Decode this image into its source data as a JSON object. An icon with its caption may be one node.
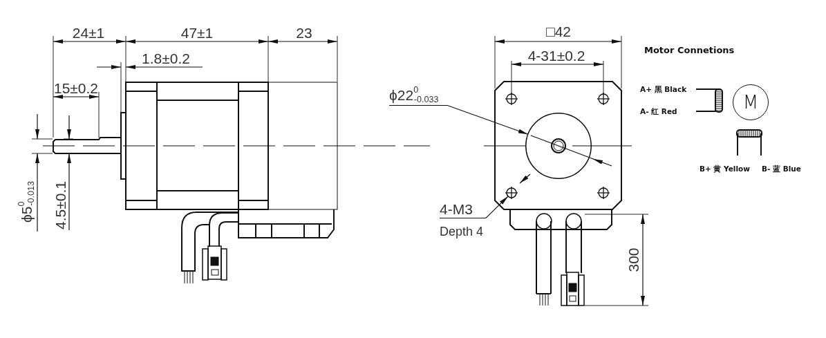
{
  "diagram": {
    "nodes": [
      {
        "text": [
          "ϕ22$^{0}$$_{-0.033}$"
        ]
      },
      {
        "text": [
          "4-M3",
          "Depth 4"
        ]
      },
      {
        "text": [
          "M"
        ]
      },
      {
        "text": [],
        "shape": "circle"
      },
      {
        "text": [],
        "shape": "circle"
      }
    ],
    "edges": [
      {
        "from": 0,
        "to": 3,
        "arrow": "to"
      },
      {
        "from": 1,
        "to": 4,
        "arrow": "to"
      }
    ],
    "labels": [
      "24±1",
      "47±1",
      "23",
      "□42",
      "Motor Connetions",
      "1.8±0.2",
      "4-31±0.2",
      "15±0.2",
      "A+ 黑 Black",
      "A- 红 Red",
      "B+ 黄 Yellow",
      "B- 蓝 Blue",
      "ϕ5$^{0}$$_{-0.013}$",
      "4.5±0.1",
      "300"
    ]
  }
}
